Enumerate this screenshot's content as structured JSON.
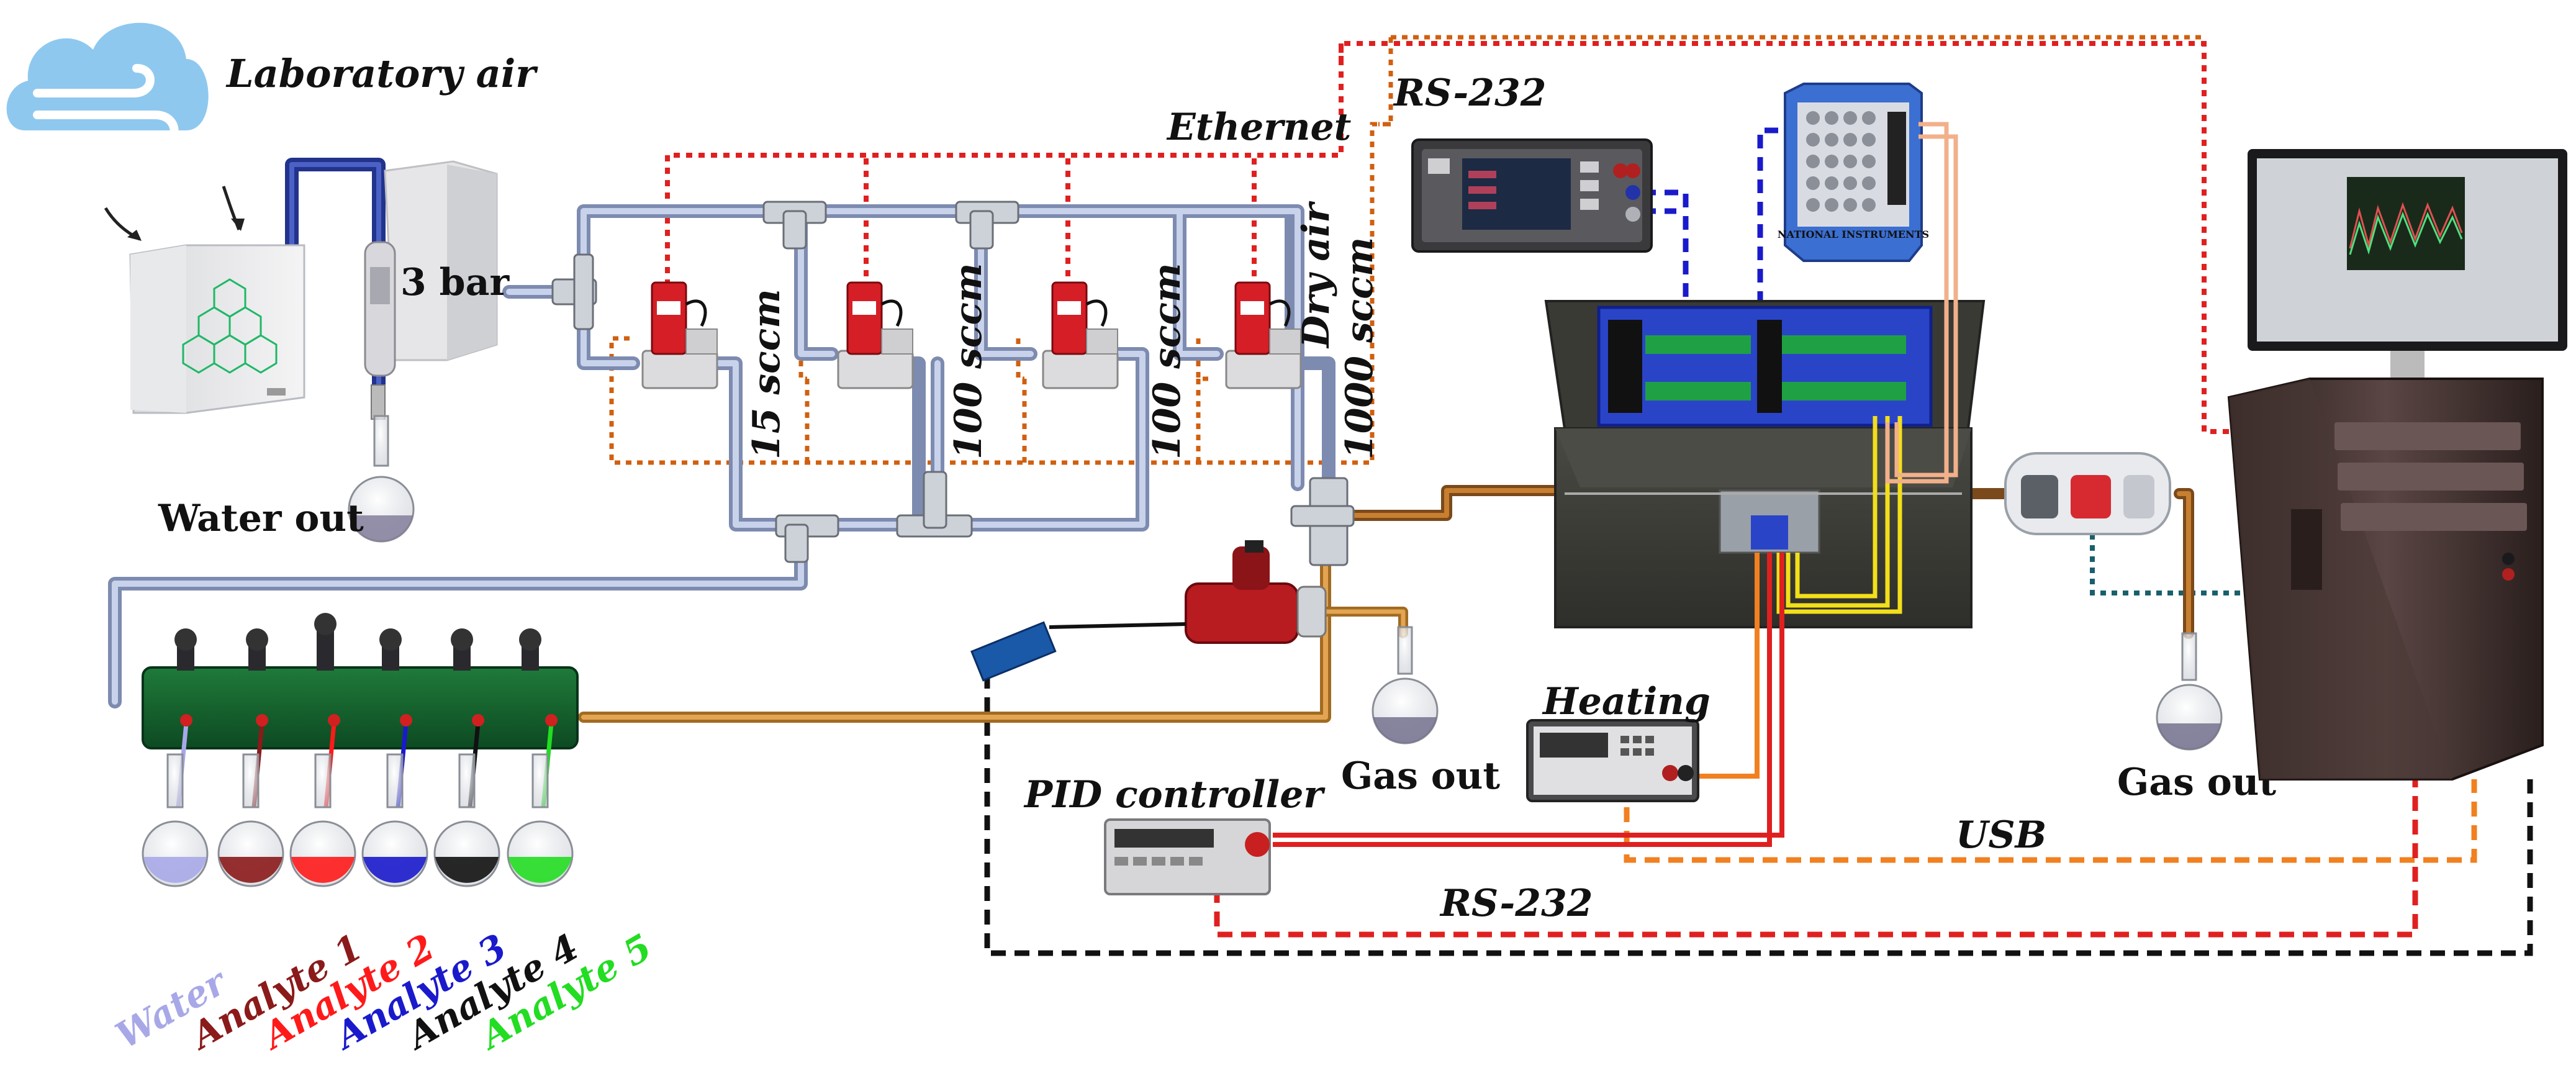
{
  "labels": {
    "laboratory_air": "Laboratory air",
    "pressure": "3 bar",
    "water_out": "Water out",
    "flow_1": "15 sccm",
    "flow_2": "100 sccm",
    "flow_3": "100 sccm",
    "dry_air": "Dry air",
    "flow_4": "1000 sccm",
    "ethernet": "Ethernet",
    "rs232_top": "RS-232",
    "rs232_bottom": "RS-232",
    "heating": "Heating",
    "pid_controller": "PID controller",
    "usb": "USB",
    "gas_out_1": "Gas out",
    "gas_out_2": "Gas out",
    "instrument_brand": "NATIONAL INSTRUMENTS"
  },
  "analytes": [
    {
      "name": "Water",
      "color": "#a8a8e8"
    },
    {
      "name": "Analyte 1",
      "color": "#8b1a1a"
    },
    {
      "name": "Analyte 2",
      "color": "#ff1a1a"
    },
    {
      "name": "Analyte 3",
      "color": "#1a1acc"
    },
    {
      "name": "Analyte 4",
      "color": "#111111"
    },
    {
      "name": "Analyte 5",
      "color": "#22dd22"
    }
  ],
  "colors": {
    "ethernet_line": "#e02020",
    "rs232_line": "#1a1acc",
    "usb_line": "#f08020",
    "serial_line": "#111111",
    "dotted_orange": "#d06010",
    "pipe_gray": "#9aa8c8",
    "pipe_blue": "#22338c",
    "pipe_copper": "#c87f30",
    "pipe_gold": "#d99a40",
    "teal_dot": "#1a5f6e"
  }
}
